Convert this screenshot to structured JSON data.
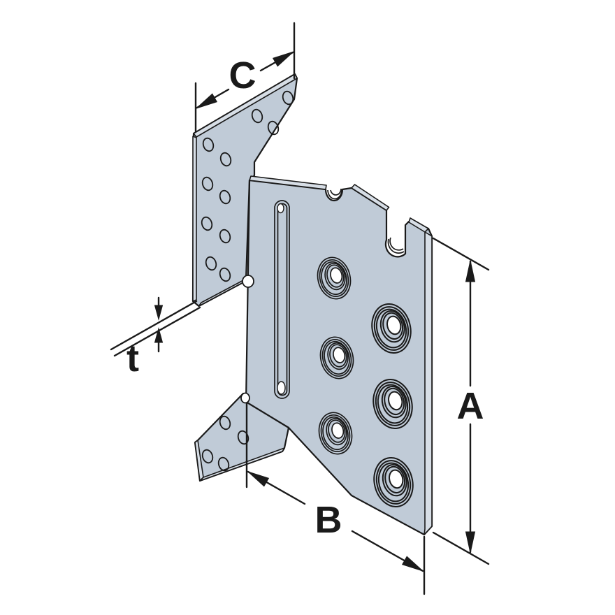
{
  "figure": {
    "kind": "isometric technical line drawing of a sheet-metal connector plate",
    "labels": {
      "a": "A",
      "b": "B",
      "c": "C",
      "t": "t"
    }
  },
  "features": {
    "bolt_holes": 6,
    "upper_flange_nail_holes": 11,
    "lower_flange_nail_holes": 4,
    "top_edge_notches": 2,
    "slots": 1
  },
  "colors": {
    "background": "#ffffff",
    "face": "#c0cbd7",
    "edge": "#d7dee6",
    "line": "#1a1a1a"
  }
}
